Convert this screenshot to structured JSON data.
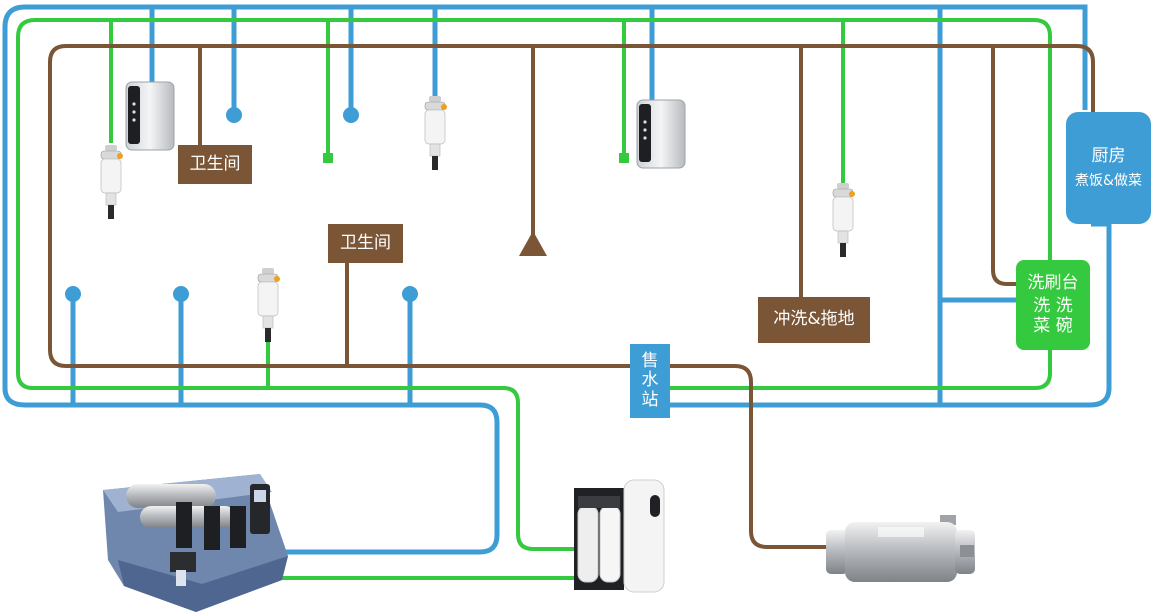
{
  "colors": {
    "blue_pipe": "#3d9dd4",
    "green_pipe": "#35c93f",
    "brown_pipe": "#7a5536"
  },
  "labels": {
    "bathroom_1": "卫生间",
    "bathroom_2": "卫生间",
    "flush_mop": "冲洗&拖地",
    "kitchen_title": "厨房",
    "kitchen_sub": "煮饭&做菜",
    "wash_top": "洗刷台",
    "wash_line2": "洗 洗",
    "wash_line3": "菜 碗",
    "station_chars": [
      "售",
      "水",
      "站"
    ]
  },
  "icons": [
    "wall-purifier-icon",
    "prefilter-icon",
    "central-softener-machine-icon",
    "ro-purifier-cabinet-icon",
    "stainless-prefilter-tank-icon",
    "upward-triangle-marker-icon"
  ]
}
